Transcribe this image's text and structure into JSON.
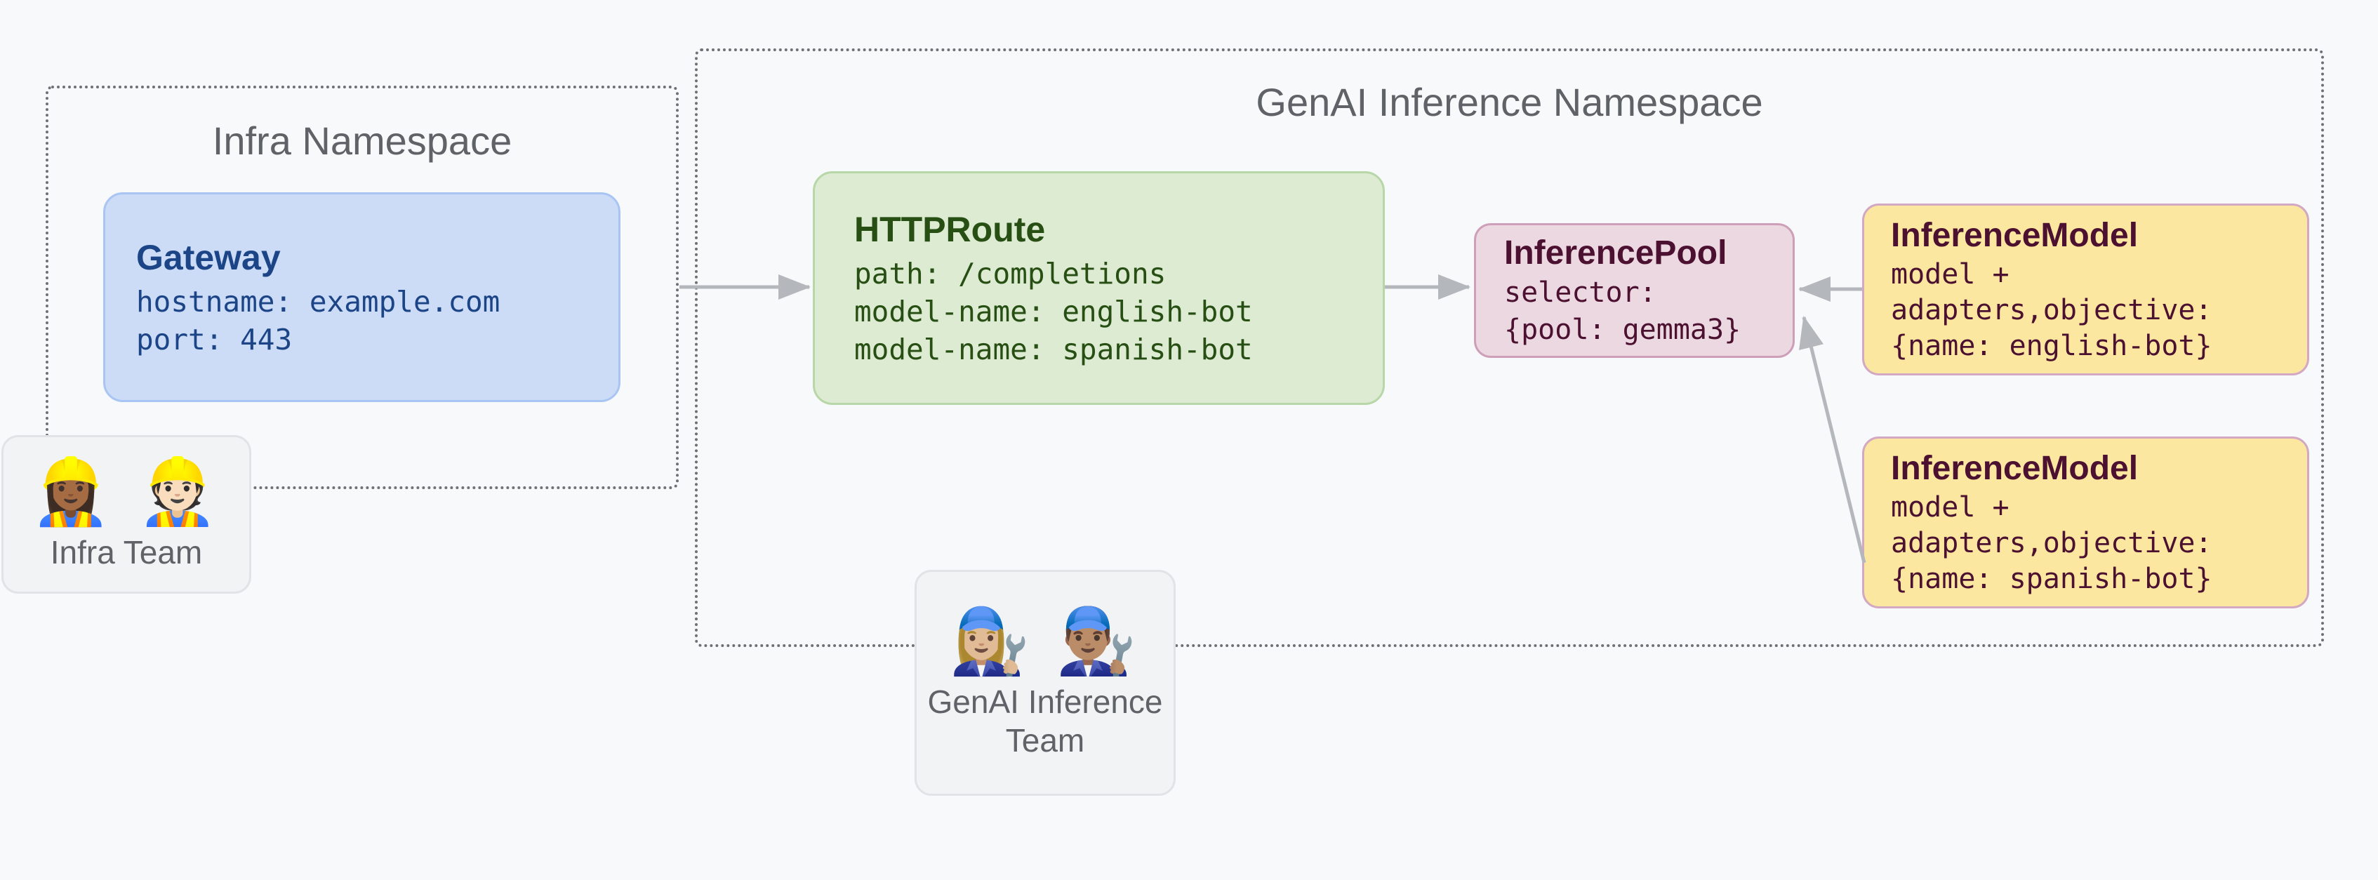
{
  "namespaces": {
    "infra": {
      "title": "Infra Namespace"
    },
    "genai": {
      "title": "GenAI Inference Namespace"
    }
  },
  "nodes": {
    "gateway": {
      "title": "Gateway",
      "lines": [
        "hostname: example.com",
        "port: 443"
      ]
    },
    "httproute": {
      "title": "HTTPRoute",
      "lines": [
        "path: /completions",
        "model-name: english-bot",
        "model-name: spanish-bot"
      ]
    },
    "inference_pool": {
      "title": "InferencePool",
      "lines": [
        "selector:",
        "{pool: gemma3}"
      ]
    },
    "inference_model_english": {
      "title": "InferenceModel",
      "lines": [
        "model +",
        "adapters,objective:",
        "{name: english-bot}"
      ]
    },
    "inference_model_spanish": {
      "title": "InferenceModel",
      "lines": [
        "model +",
        "adapters,objective:",
        "{name: spanish-bot}"
      ]
    }
  },
  "teams": {
    "infra": {
      "emoji": "👷🏾‍♀️ 👷🏻",
      "label": "Infra Team"
    },
    "genai": {
      "emoji": "👩🏼‍🔧 👨🏽‍🔧",
      "label": "GenAI Inference Team"
    }
  },
  "icons": {
    "infra_team": "construction-workers-emoji",
    "genai_team": "mechanics-emoji"
  },
  "colors": {
    "page_bg": "#f8f9fa",
    "namespace_border": "#6d7175",
    "namespace_title": "#5f6368",
    "arrow": "#b4b7bc",
    "gateway_bg": "#ccdbf6",
    "gateway_border": "#a9c5f4",
    "gateway_text": "#1c4587",
    "httproute_bg": "#dcebd2",
    "httproute_border": "#b7d7a8",
    "httproute_text": "#274e13",
    "pool_bg": "#ecd8e1",
    "pool_border": "#cd9fb9",
    "pool_text": "#4c1130",
    "model_bg": "#fbe79f",
    "model_border": "#d2a8c3",
    "model_text": "#4c1130",
    "team_bg": "#f1f3f4",
    "team_border": "#e1e3e6",
    "team_text": "#5f6368"
  }
}
